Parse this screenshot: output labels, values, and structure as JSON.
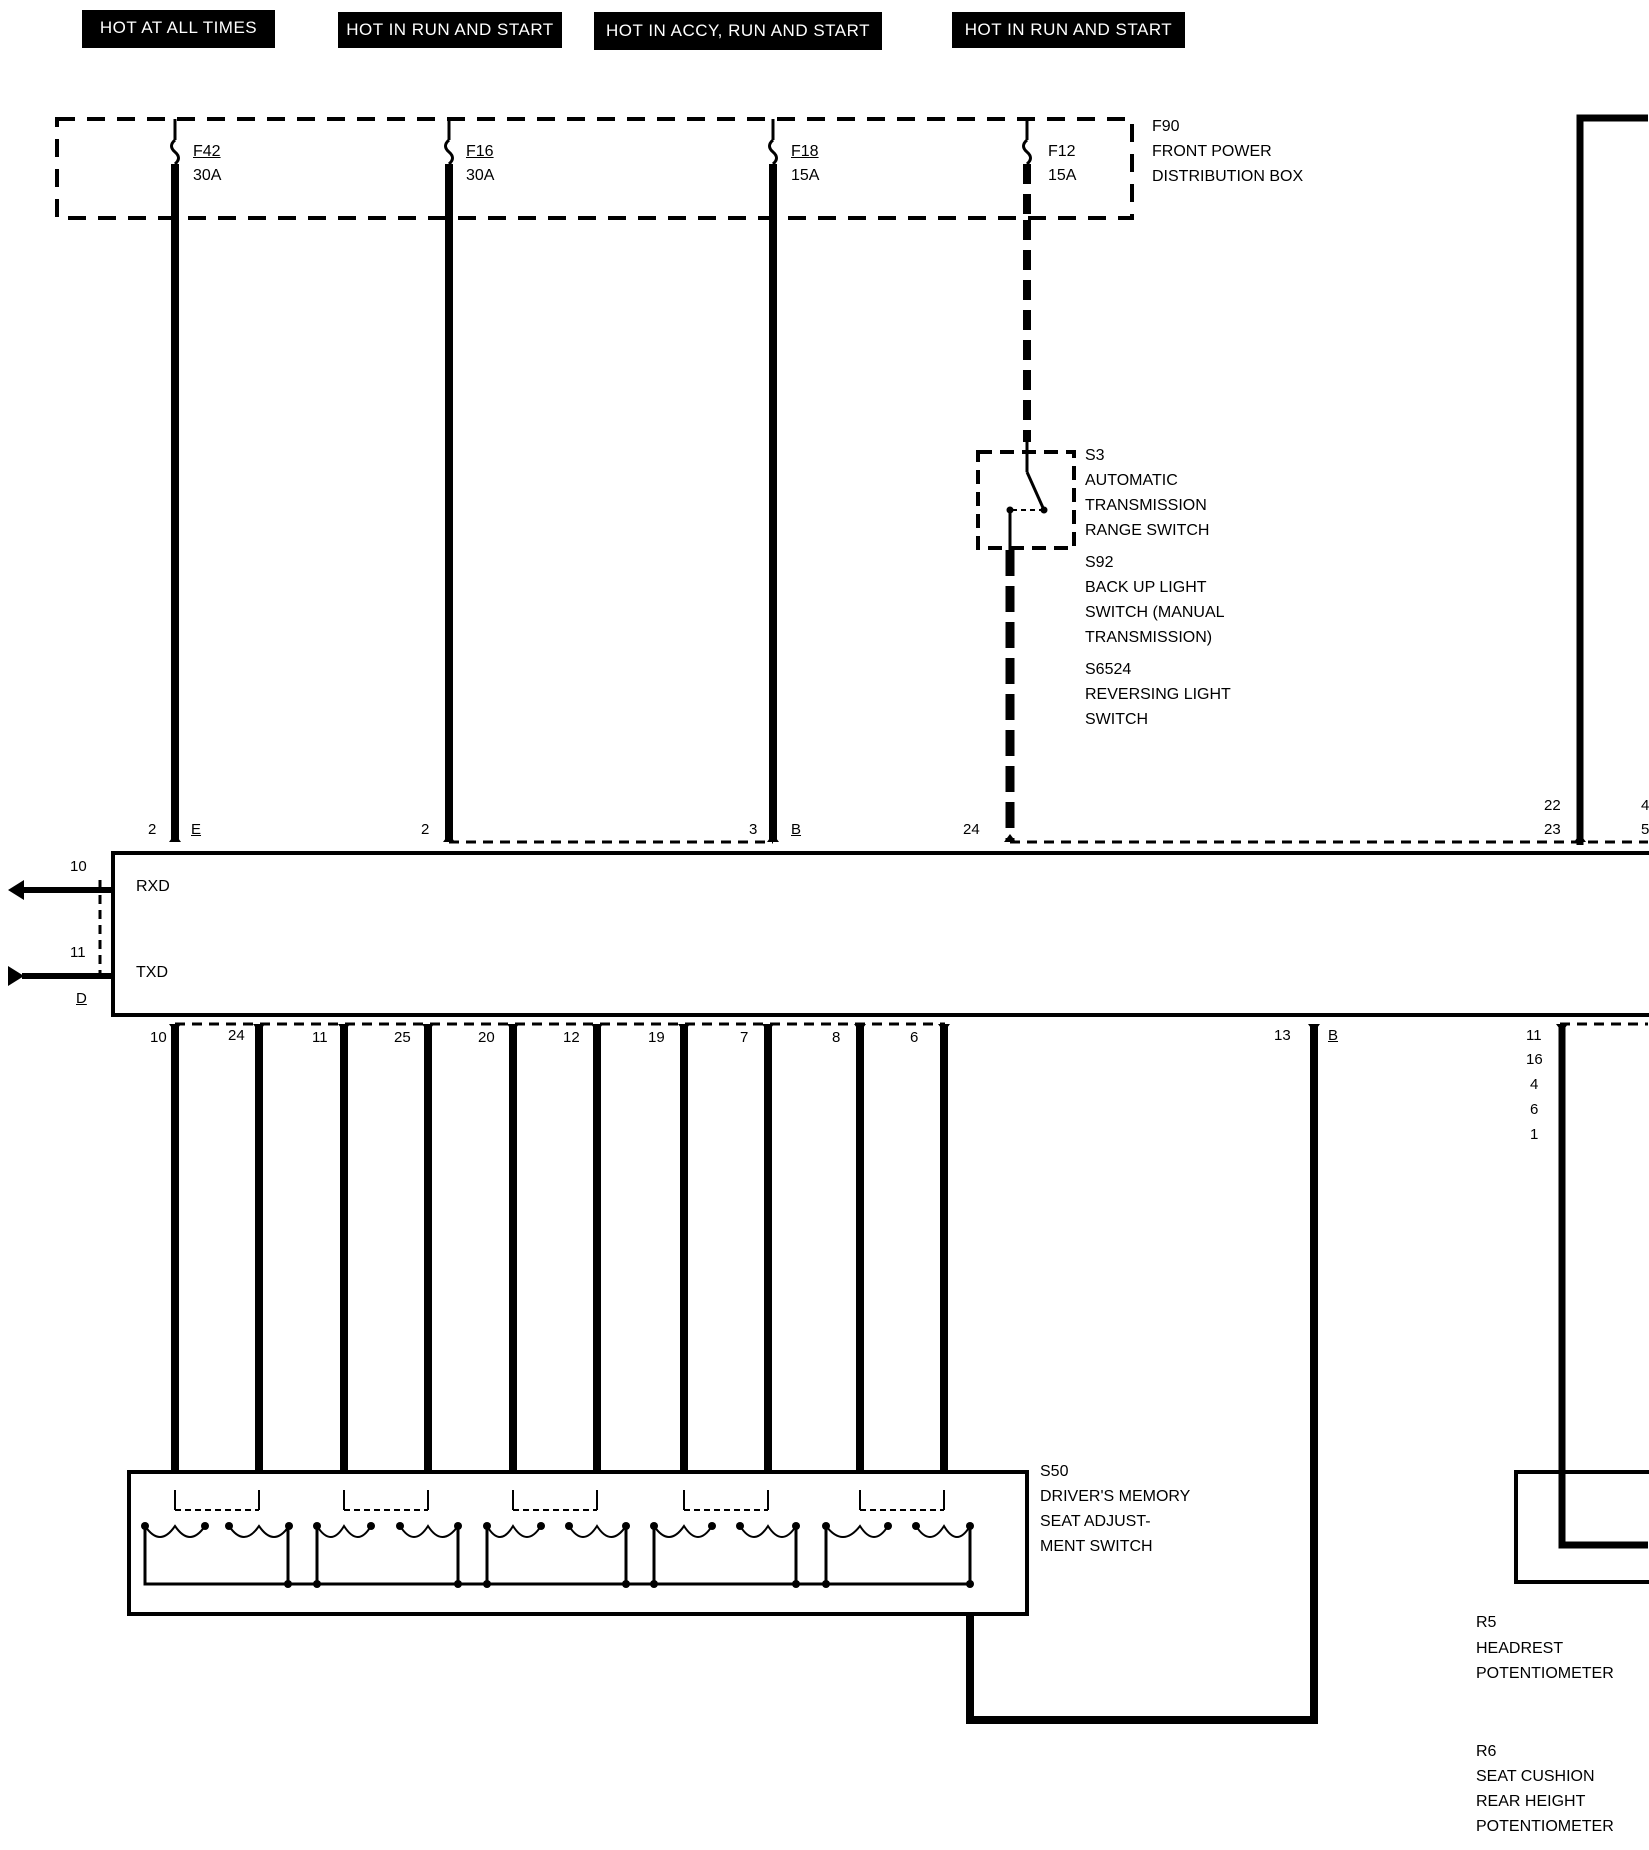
{
  "headers": [
    "HOT AT ALL TIMES",
    "HOT IN RUN AND START",
    "HOT IN ACCY, RUN AND START",
    "HOT IN RUN AND START"
  ],
  "fuse_box": {
    "id": "F90",
    "name_line1": "FRONT POWER",
    "name_line2": "DISTRIBUTION BOX",
    "fuses": [
      {
        "id": "F42",
        "rating": "30A"
      },
      {
        "id": "F16",
        "rating": "30A"
      },
      {
        "id": "F18",
        "rating": "15A"
      },
      {
        "id": "F12",
        "rating": "15A"
      }
    ]
  },
  "switch_labels": {
    "s3": [
      "S3",
      "AUTOMATIC",
      "TRANSMISSION",
      "RANGE SWITCH"
    ],
    "s92": [
      "S92",
      "BACK UP LIGHT",
      "SWITCH (MANUAL",
      "TRANSMISSION)"
    ],
    "s6524": [
      "S6524",
      "REVERSING LIGHT",
      "SWITCH"
    ]
  },
  "module": {
    "top_pins": [
      "2",
      "E",
      "2",
      "3",
      "B",
      "24",
      "22",
      "23",
      "4",
      "5"
    ],
    "side_pins": [
      "10",
      "11",
      "D"
    ],
    "rxd": "RXD",
    "txd": "TXD",
    "bottom_pins": [
      "10",
      "24",
      "11",
      "25",
      "20",
      "12",
      "19",
      "7",
      "8",
      "6",
      "13",
      "B"
    ],
    "right_bottom_pins": [
      "11",
      "16",
      "4",
      "6",
      "1"
    ]
  },
  "memory_switch": [
    "S50",
    "DRIVER'S MEMORY",
    "SEAT ADJUST-",
    "MENT SWITCH"
  ],
  "r5": [
    "R5",
    "HEADREST",
    "POTENTIOMETER"
  ],
  "r6": [
    "R6",
    "SEAT CUSHION",
    "REAR HEIGHT",
    "POTENTIOMETER"
  ]
}
